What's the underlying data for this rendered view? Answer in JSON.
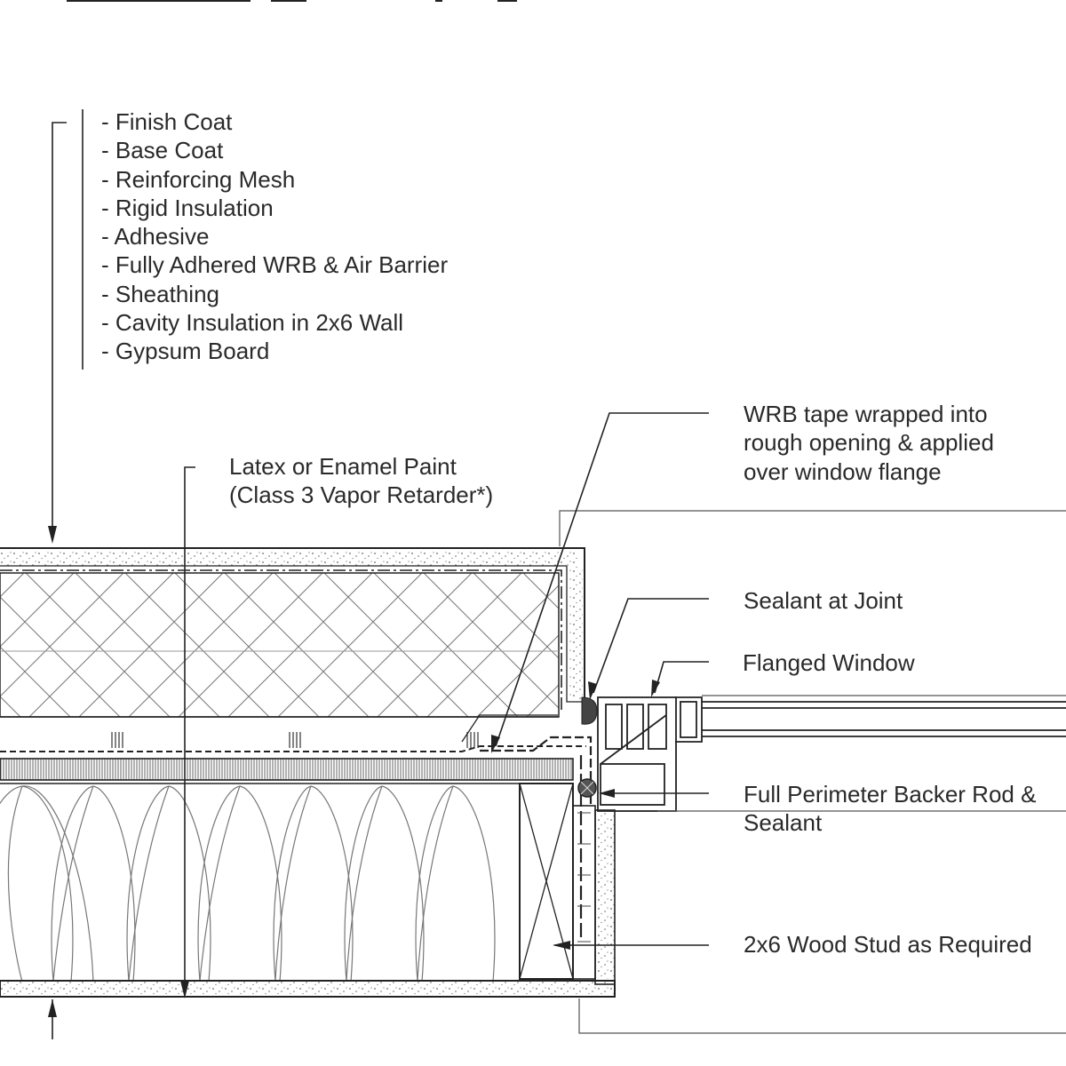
{
  "layer_stack": [
    "- Finish Coat",
    "- Base Coat",
    "- Reinforcing Mesh",
    "- Rigid Insulation",
    "- Adhesive",
    "- Fully Adhered WRB & Air Barrier",
    "- Sheathing",
    "- Cavity Insulation in 2x6 Wall",
    "- Gypsum Board"
  ],
  "callouts": {
    "paint": [
      "Latex or Enamel Paint",
      "(Class 3 Vapor Retarder*)"
    ],
    "wrb_tape": [
      "WRB tape wrapped into",
      "rough opening & applied",
      "over window flange"
    ],
    "sealant_joint": [
      "Sealant at Joint"
    ],
    "flanged_window": [
      "Flanged Window"
    ],
    "backer_rod": [
      "Full Perimeter Backer Rod &",
      "Sealant"
    ],
    "wood_stud": [
      "2x6 Wood Stud as Required"
    ]
  },
  "colors": {
    "line": "#222222",
    "text": "#2a2a2a",
    "hatch": "#555555"
  }
}
